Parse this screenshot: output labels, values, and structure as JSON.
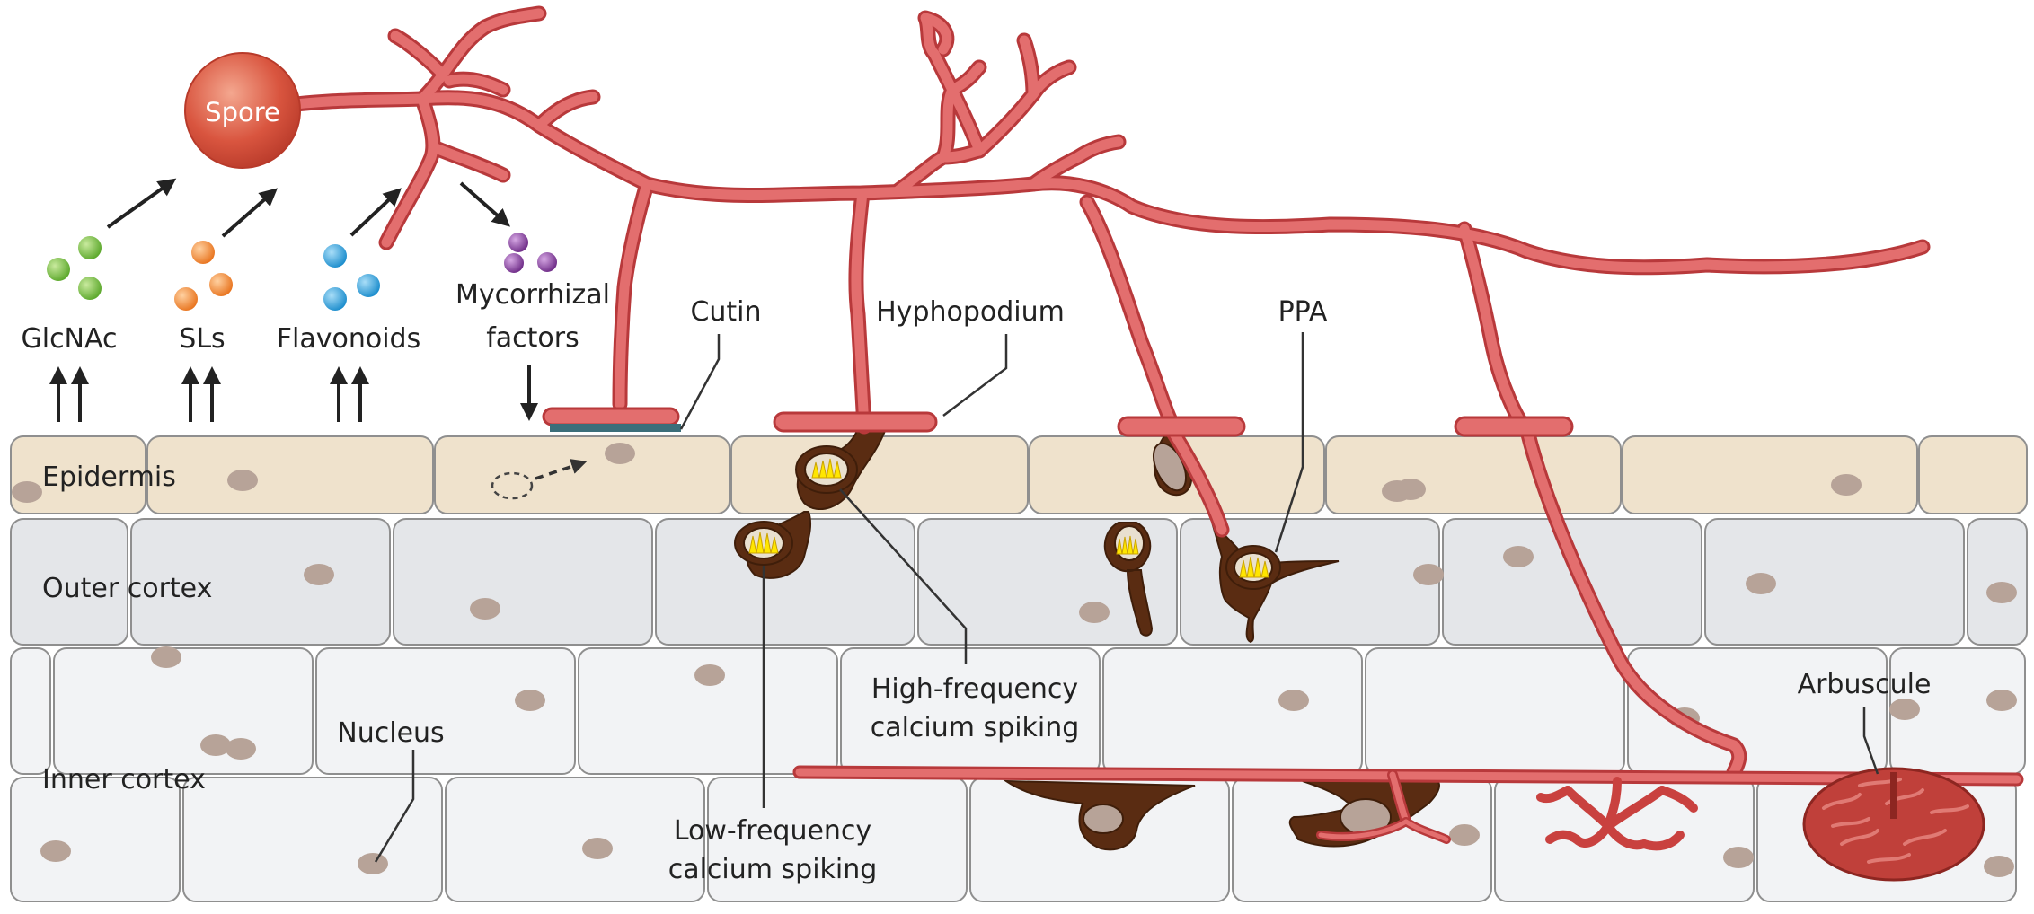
{
  "labels": {
    "spore": "Spore",
    "glcnac": "GlcNAc",
    "sls": "SLs",
    "flavonoids": "Flavonoids",
    "myc_line1": "Mycorrhizal",
    "myc_line2": "factors",
    "cutin": "Cutin",
    "hyphopodium": "Hyphopodium",
    "ppa": "PPA",
    "epidermis": "Epidermis",
    "outer_cortex": "Outer cortex",
    "inner_cortex": "Inner cortex",
    "nucleus": "Nucleus",
    "arbuscule": "Arbuscule",
    "high_freq_line1": "High-frequency",
    "high_freq_line2": "calcium spiking",
    "low_freq_line1": "Low-frequency",
    "low_freq_line2": "calcium spiking"
  },
  "colors": {
    "hypha": "#d9595a",
    "hypha_dark": "#b8393b",
    "epidermis": "#efe2cc",
    "cortex": "#e4e6e9",
    "cortex_light": "#f2f3f5",
    "nucleus": "#b7a398",
    "ppa": "#5a2c12",
    "glcnac": "#7bc142",
    "sls": "#f39237",
    "flavonoids": "#2ba4de",
    "myc_factors": "#8a3fa0",
    "cutin": "#3b6e7a"
  }
}
